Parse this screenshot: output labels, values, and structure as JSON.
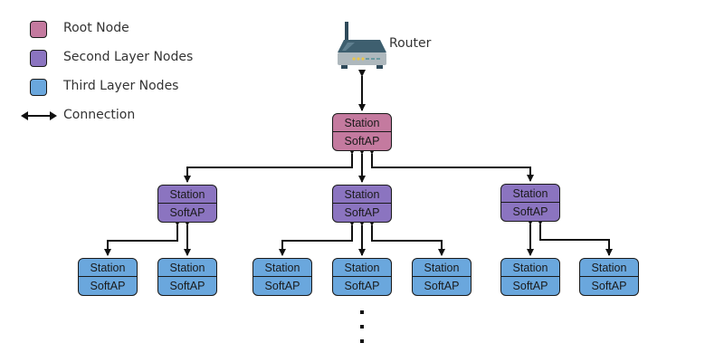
{
  "legend": {
    "items": [
      {
        "label": "Root Node",
        "color": "#c47a9f"
      },
      {
        "label": "Second Layer Nodes",
        "color": "#8b74c0"
      },
      {
        "label": "Third Layer Nodes",
        "color": "#6aa7dd"
      },
      {
        "label": "Connection",
        "icon": "double-arrow-icon"
      }
    ]
  },
  "router": {
    "label": "Router",
    "icon": "router-icon"
  },
  "node_labels": {
    "top": "Station",
    "bottom": "SoftAP"
  },
  "colors": {
    "root": "#c47a9f",
    "second": "#8b74c0",
    "third": "#6aa7dd",
    "line": "#111111"
  },
  "tree": {
    "root": {
      "top": "Station",
      "bottom": "SoftAP"
    },
    "second_layer": [
      {
        "top": "Station",
        "bottom": "SoftAP",
        "children": 2
      },
      {
        "top": "Station",
        "bottom": "SoftAP",
        "children": 3
      },
      {
        "top": "Station",
        "bottom": "SoftAP",
        "children": 2
      }
    ],
    "continuation": "⋮"
  }
}
